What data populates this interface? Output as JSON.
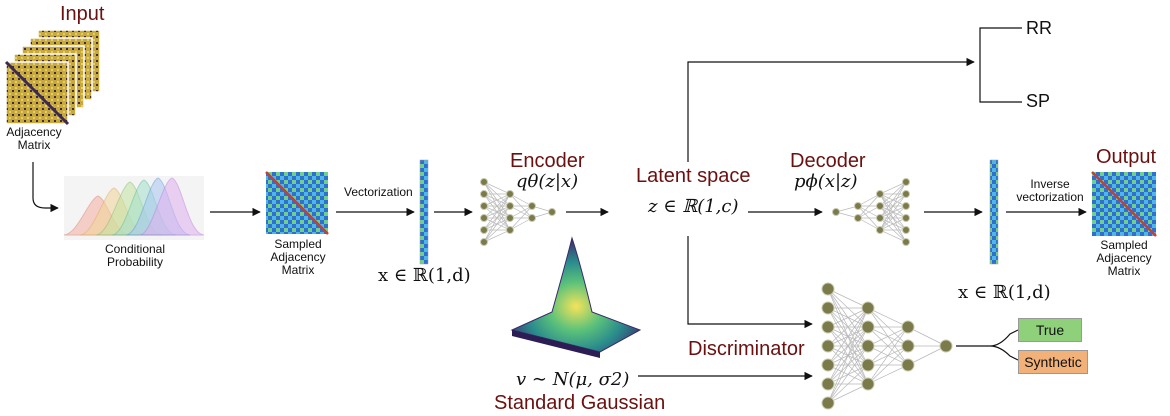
{
  "labels": {
    "input": "Input",
    "adjacency_matrix": "Adjacency\nMatrix",
    "conditional_probability": "Conditional\nProbability",
    "sampled_adjacency_matrix_left": "Sampled\nAdjacency\nMatrix",
    "vectorization": "Vectorization",
    "x_space_left": "x ∈ ℝ(1,d)",
    "encoder": "Encoder",
    "encoder_formula": "qθ(z|x)",
    "latent_space": "Latent space",
    "z_space": "z ∈ ℝ(1,c)",
    "decoder": "Decoder",
    "decoder_formula": "pϕ(x|z)",
    "inverse_vectorization": "Inverse\nvectorization",
    "output": "Output",
    "sampled_adjacency_matrix_right": "Sampled\nAdjacency\nMatrix",
    "x_space_right": "x ∈ ℝ(1,d)",
    "rr": "RR",
    "sp": "SP",
    "discriminator": "Discriminator",
    "gaussian_formula": "v ∼ N(μ, σ2)",
    "standard_gaussian": "Standard Gaussian",
    "true": "True",
    "synthetic": "Synthetic"
  },
  "colors": {
    "dark_red": "#6b0f0f",
    "node": "#7a7a4a",
    "node_stroke": "#c9c9b0",
    "true_box": "#8fd07a",
    "synthetic_box": "#f2b179",
    "arrow": "#111111"
  }
}
